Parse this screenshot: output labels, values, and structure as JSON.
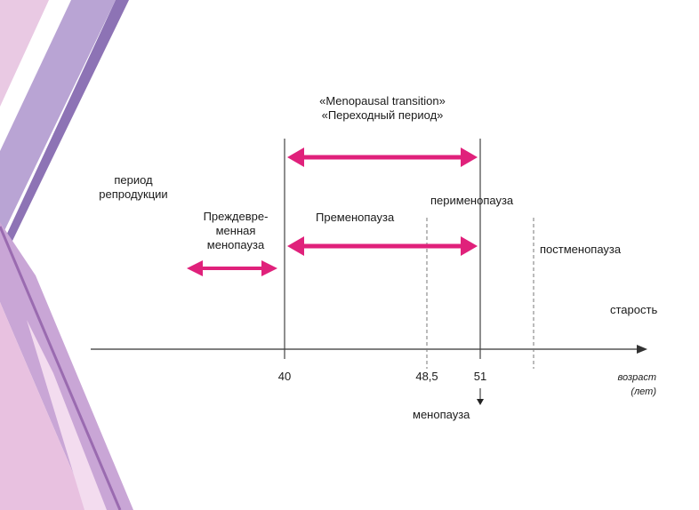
{
  "title": {
    "line1": "«Menopausal transition»",
    "line2": "«Переходный период»"
  },
  "labels": {
    "reproduction_line1": "период",
    "reproduction_line2": "репродукции",
    "premature_line1": "Преждевре-",
    "premature_line2": "менная",
    "premature_line3": "менопауза",
    "premenopause": "Пременопауза",
    "perimenopause": "перименопауза",
    "postmenopause": "постменопауза",
    "old_age": "старость",
    "menopause": "менопауза"
  },
  "axis": {
    "ticks": [
      "40",
      "48,5",
      "51"
    ],
    "unit_line1": "возраст",
    "unit_line2": "(лет)"
  },
  "colors": {
    "arrow": "#e0217b",
    "axis": "#333333",
    "deco_purple": "#a884c4",
    "deco_pink": "#e7b9da",
    "deco_lilac": "#cbb6dd"
  }
}
